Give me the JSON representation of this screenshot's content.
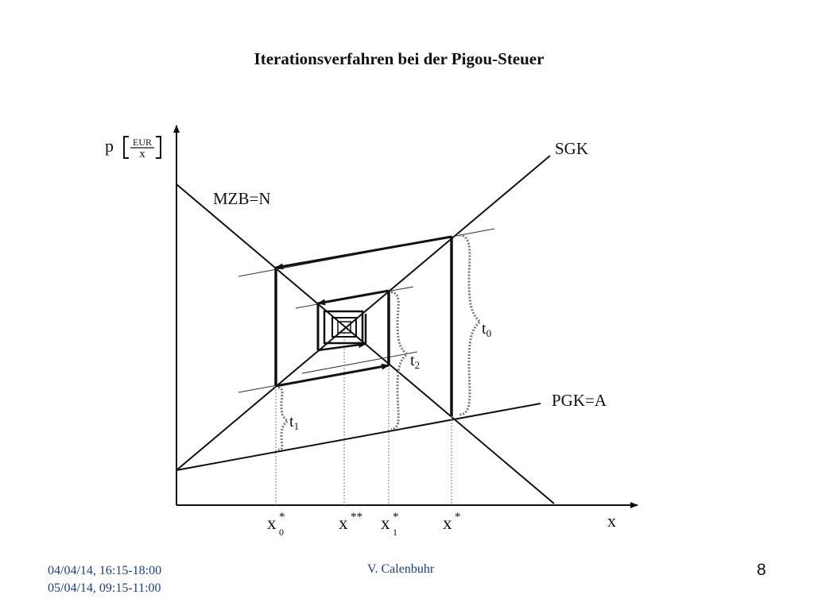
{
  "slide": {
    "title": "Iterationsverfahren bei  der Pigou-Steuer"
  },
  "diagram": {
    "y_axis_label": "p",
    "unit_numerator": "EUR",
    "unit_denominator": "x",
    "x_axis_label": "x",
    "curves": {
      "sgk": "SGK",
      "mzb": "MZB=N",
      "pgk": "PGK=A"
    },
    "braces": {
      "t0": {
        "base": "t",
        "sub": "0"
      },
      "t1": {
        "base": "t",
        "sub": "1"
      },
      "t2": {
        "base": "t",
        "sub": "2"
      }
    },
    "x_ticks": {
      "x0_star": {
        "base": "x",
        "sup": "*",
        "sub": "0"
      },
      "x_double_star": {
        "base": "x",
        "sup": "**"
      },
      "x1_star": {
        "base": "x",
        "sup": "*",
        "sub": "1"
      },
      "x_star": {
        "base": "x",
        "sup": "*"
      }
    }
  },
  "footer": {
    "date_line1": "04/04/14, 16:15-18:00",
    "date_line2": "05/04/14, 09:15-11:00",
    "author": "V. Calenbuhr",
    "page_number": "8"
  }
}
